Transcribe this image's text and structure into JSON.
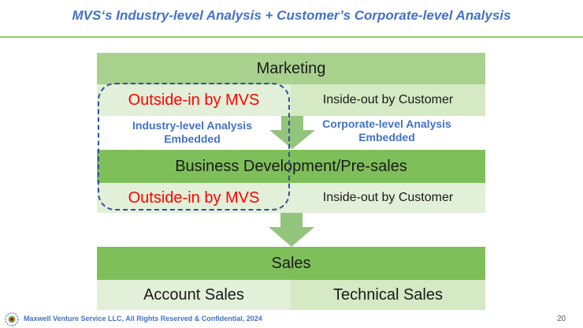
{
  "title": "MVS‘s Industry-level Analysis + Customer’s Corporate-level Analysis",
  "marketing": {
    "header": "Marketing",
    "left": "Outside-in by MVS",
    "right": "Inside-out by Customer"
  },
  "notes": {
    "industry": "Industry-level Analysis Embedded",
    "corporate": "Corporate-level Analysis Embedded"
  },
  "bizdev": {
    "header": "Business Development/Pre-sales",
    "left": "Outside-in by MVS",
    "right": "Inside-out by Customer"
  },
  "sales": {
    "header": "Sales",
    "left": "Account Sales",
    "right": "Technical Sales"
  },
  "footer": {
    "text": "Maxwell Venture Service LLC, All Rights Reserved & Confidential, 2024",
    "page": "20"
  },
  "colors": {
    "title": "#4472C4",
    "rule": "#92D050",
    "bar_light": "#a9d18e",
    "bar_dark": "#7fbf5a",
    "cell": "#e2f0d9",
    "arrow": "#93c47d",
    "highlight": "#ff0000",
    "dash": "#2f5597"
  }
}
